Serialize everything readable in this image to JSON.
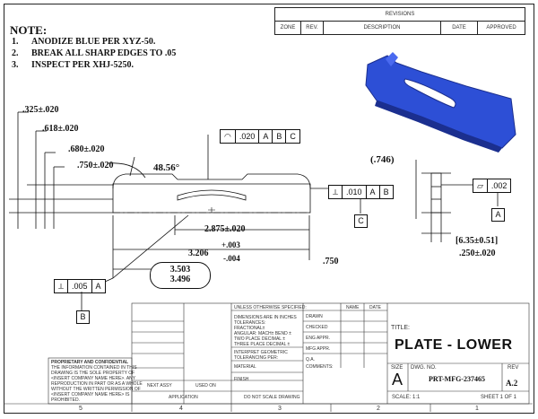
{
  "revisions": {
    "title": "REVISIONS",
    "columns": [
      "ZONE",
      "REV.",
      "DESCRIPTION",
      "DATE",
      "APPROVED"
    ]
  },
  "notes": {
    "title": "NOTE:",
    "items": [
      {
        "num": "1.",
        "text": "ANODIZE BLUE PER XYZ-50."
      },
      {
        "num": "2.",
        "text": "BREAK ALL SHARP EDGES TO .05"
      },
      {
        "num": "3.",
        "text": "INSPECT PER XHJ-5250."
      }
    ]
  },
  "dimensions": {
    "d325": ".325±.020",
    "d618": ".618±.020",
    "d680": ".680±.020",
    "d750tol": ".750±.020",
    "angle": "48.56°",
    "d2875": "2.875±.020",
    "d3206": "3.206",
    "tol_plus": "+.003",
    "tol_minus": "-.004",
    "d750": ".750",
    "d3503": "3.503",
    "d3496": "3.496",
    "d746": "(.746)",
    "d635": "[6.35±0.51]",
    "d250": ".250±.020"
  },
  "fcfs": {
    "profile": {
      "symbol": "◠",
      "tol": ".020",
      "d1": "A",
      "d2": "B",
      "d3": "C"
    },
    "perp1": {
      "symbol": "⟂",
      "tol": ".010",
      "d1": "A",
      "d2": "B"
    },
    "flat": {
      "symbol": "▱",
      "tol": ".002"
    },
    "perp2": {
      "symbol": "⟂",
      "tol": ".005",
      "d1": "A"
    }
  },
  "datums": {
    "c": "C",
    "a": "A",
    "b": "B"
  },
  "title_block": {
    "unless": "UNLESS OTHERWISE SPECIFIED:",
    "name_col": "NAME",
    "date_col": "DATE",
    "dims_in": "DIMENSIONS ARE IN INCHES",
    "tolerances": "TOLERANCES:",
    "fractional": "FRACTIONAL±",
    "angular": "ANGULAR: MACH±    BEND ±",
    "two_place": "TWO PLACE DECIMAL    ±",
    "three_place": "THREE PLACE DECIMAL  ±",
    "interpret1": "INTERPRET GEOMETRIC",
    "interpret2": "TOLERANCING PER:",
    "material": "MATERIAL",
    "finish": "FINISH",
    "next_assy": "NEXT ASSY",
    "used_on": "USED ON",
    "application": "APPLICATION",
    "do_not_scale": "DO NOT SCALE DRAWING",
    "drawn": "DRAWN",
    "checked": "CHECKED",
    "eng_appr": "ENG APPR.",
    "mfg_appr": "MFG APPR.",
    "qa": "Q.A.",
    "comments": "COMMENTS:",
    "title_label": "TITLE:",
    "title": "PLATE - LOWER",
    "size_label": "SIZE",
    "size": "A",
    "dwg_no_label": "DWG.  NO.",
    "dwg_no": "PRT-MFG-237465",
    "rev_label": "REV",
    "rev": "A.2",
    "scale": "SCALE: 1:1",
    "sheet": "SHEET 1 OF 1",
    "proprietary_title": "PROPRIETARY AND CONFIDENTIAL",
    "proprietary_lines": [
      "THE INFORMATION CONTAINED IN THIS",
      "DRAWING IS THE SOLE PROPERTY OF",
      "<INSERT COMPANY NAME HERE>.  ANY",
      "REPRODUCTION IN PART OR AS A WHOLE",
      "WITHOUT THE WRITTEN PERMISSION OF",
      "<INSERT COMPANY NAME HERE> IS",
      "PROHIBITED."
    ]
  },
  "zones": [
    "5",
    "4",
    "3",
    "2",
    "1"
  ],
  "colors": {
    "part_blue": "#2d4fd6",
    "part_shadow": "#1b2f8f",
    "line": "#111111"
  }
}
